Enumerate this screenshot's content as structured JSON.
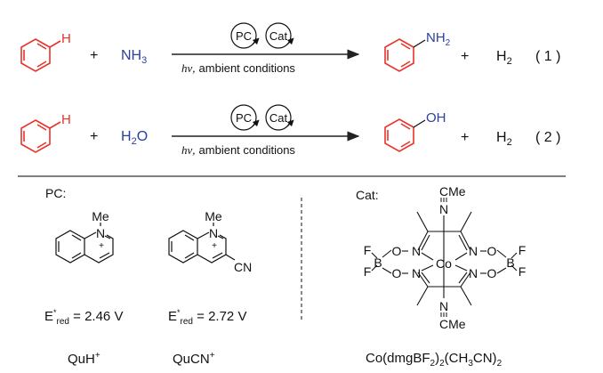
{
  "colors": {
    "reactant_ring": "#e8332a",
    "heteroatom": "#2a3f9e",
    "text": "#111111",
    "line": "#222222"
  },
  "reaction1": {
    "reactant_atom": "H",
    "plus": "+",
    "reagent": {
      "main": "NH",
      "sub": "3"
    },
    "cycle_labels": [
      "PC",
      "Cat"
    ],
    "conditions": {
      "hv": "hν,",
      "rest": "ambient conditions"
    },
    "product_group": {
      "main": "NH",
      "sub": "2"
    },
    "plus2": "+",
    "byproduct": {
      "main": "H",
      "sub": "2"
    },
    "number": "( 1 )"
  },
  "reaction2": {
    "reactant_atom": "H",
    "plus": "+",
    "reagent": {
      "main": "H",
      "sub": "2",
      "tail": "O"
    },
    "cycle_labels": [
      "PC",
      "Cat"
    ],
    "conditions": {
      "hv": "hν,",
      "rest": "ambient conditions"
    },
    "product_group": {
      "main": "OH"
    },
    "plus2": "+",
    "byproduct": {
      "main": "H",
      "sub": "2"
    },
    "number": "( 2 )"
  },
  "pc_panel": {
    "heading": "PC:",
    "compounds": [
      {
        "substituent_n": "Me",
        "n_label": "N",
        "charge": "+",
        "extra": "",
        "potential": {
          "E": "E",
          "star": "*",
          "sub": "red",
          "value": " = 2.46 V"
        },
        "name": {
          "main": "QuH",
          "sup": "+"
        }
      },
      {
        "substituent_n": "Me",
        "n_label": "N",
        "charge": "+",
        "extra": "CN",
        "potential": {
          "E": "E",
          "star": "*",
          "sub": "red",
          "value": " = 2.72 V"
        },
        "name": {
          "main": "QuCN",
          "sup": "+"
        }
      }
    ]
  },
  "cat_panel": {
    "heading": "Cat:",
    "axial_top": "CMe",
    "axial_bottom": "CMe",
    "metal": "Co",
    "atoms": {
      "N": "N",
      "O": "O",
      "B": "B",
      "F": "F"
    },
    "name": {
      "a": "Co(dmgBF",
      "s1": "2",
      "b": ")",
      "s2": "2",
      "c": "(CH",
      "s3": "3",
      "d": "CN)",
      "s4": "2"
    }
  }
}
